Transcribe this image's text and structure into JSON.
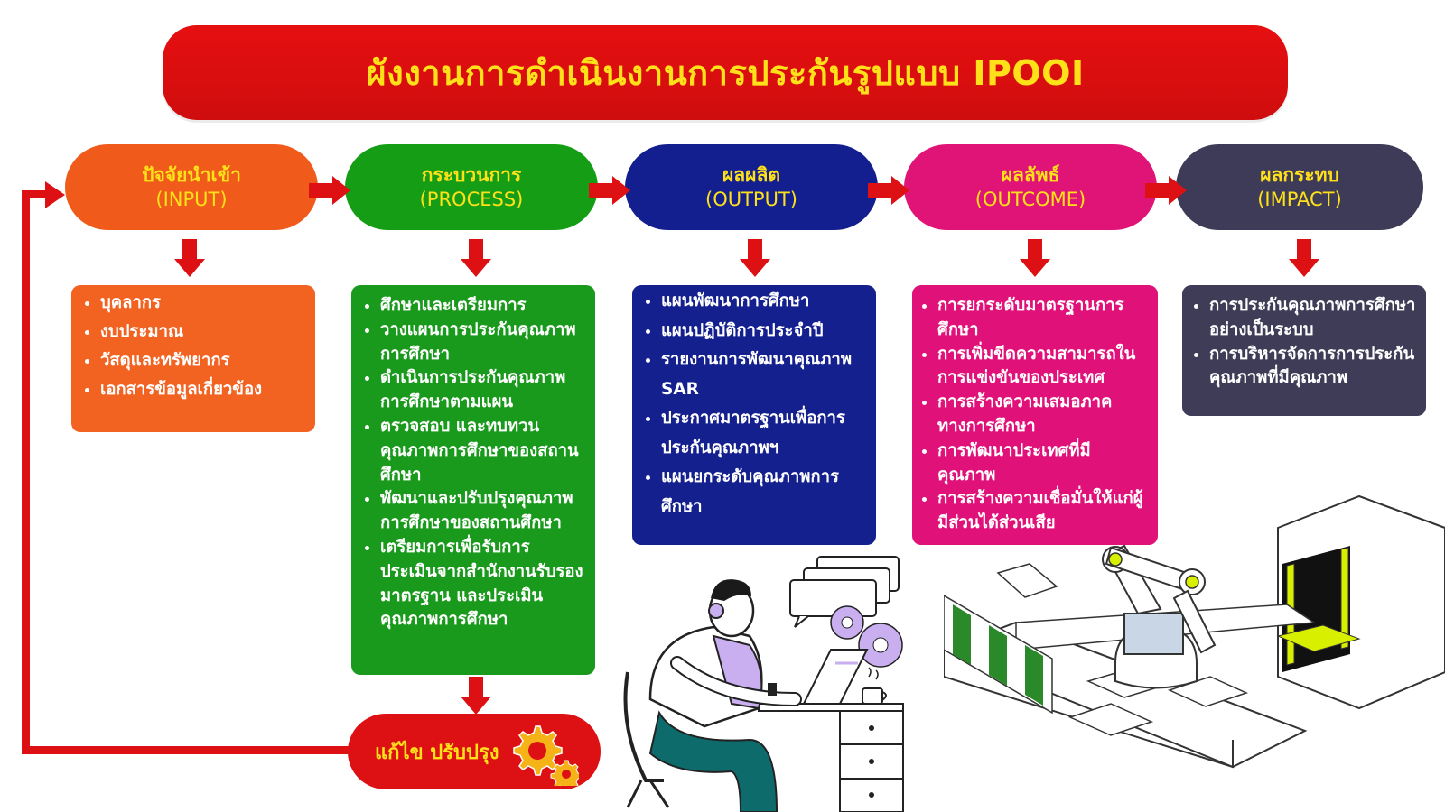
{
  "title": "ผังงานการดำเนินงานการประกันรูปแบบ IPOOI",
  "stages": [
    {
      "th": "ปัจจัยนำเข้า",
      "en": "(INPUT)",
      "color": "#f05a1a",
      "box_color": "#f26322"
    },
    {
      "th": "กระบวนการ",
      "en": "(PROCESS)",
      "color": "#159d16",
      "box_color": "#1a9a1c"
    },
    {
      "th": "ผลผลิต",
      "en": "(OUTPUT)",
      "color": "#141f8f",
      "box_color": "#15208f"
    },
    {
      "th": "ผลลัพธ์",
      "en": "(OUTCOME)",
      "color": "#e01477",
      "box_color": "#e0127a"
    },
    {
      "th": "ผลกระทบ",
      "en": "(IMPACT)",
      "color": "#3e3b58",
      "box_color": "#3f3c57"
    }
  ],
  "boxes": [
    {
      "items": [
        "บุคลากร",
        "งบประมาณ",
        "วัสดุและทรัพยากร",
        "เอกสารข้อมูลเกี่ยวข้อง"
      ]
    },
    {
      "items": [
        "ศึกษาและเตรียมการ",
        "วางแผนการประกันคุณภาพการศึกษา",
        "ดำเนินการประกันคุณภาพการศึกษาตามแผน",
        "ตรวจสอบ และทบทวนคุณภาพการศึกษาของสถานศึกษา",
        "พัฒนาและปรับปรุงคุณภาพการศึกษาของสถานศึกษา",
        "เตรียมการเพื่อรับการประเมินจากสำนักงานรับรองมาตรฐาน และประเมินคุณภาพการศึกษา"
      ]
    },
    {
      "items": [
        "แผนพัฒนาการศึกษา",
        "แผนปฏิบัติการประจำปี",
        "รายงานการพัฒนาคุณภาพ SAR",
        "ประกาศมาตรฐานเพื่อการประกันคุณภาพฯ",
        "แผนยกระดับคุณภาพการศึกษา"
      ]
    },
    {
      "items": [
        "การยกระดับมาตรฐานการศึกษา",
        "การเพิ่มขีดความสามารถในการแข่งขันของประเทศ",
        "การสร้างความเสมอภาคทางการศึกษา",
        "การพัฒนาประเทศที่มีคุณภาพ",
        "การสร้างความเชื่อมั่นให้แก่ผู้มีส่วนได้ส่วนเสีย"
      ]
    },
    {
      "items": [
        "การประกันคุณภาพการศึกษาอย่างเป็นระบบ",
        "การบริหารจัดการการประกันคุณภาพที่มีคุณภาพ"
      ]
    }
  ],
  "feedback": {
    "label": "แก้ไข ปรับปรุง"
  },
  "colors": {
    "red": "#dd1114",
    "yellow": "#ffe11a",
    "illustration_lilac": "#c9aef0"
  },
  "icons": [
    "gear-icon",
    "person-laptop-illustration",
    "robot-arm-illustration",
    "chat-bubbles-illustration"
  ]
}
